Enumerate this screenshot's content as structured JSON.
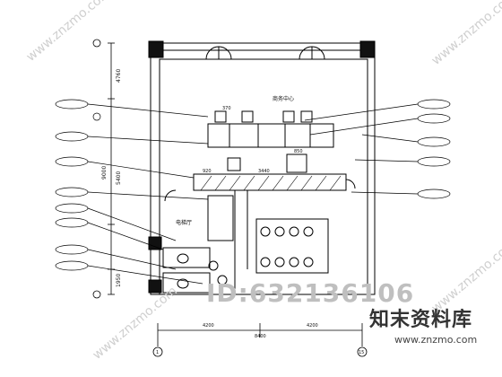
{
  "room_labels": {
    "business_center": "商务中心",
    "electrical_room": "电梯厅"
  },
  "vertical_dims": {
    "top": "4760",
    "middle": "9000",
    "lower": "5400",
    "bottom": "1950"
  },
  "horizontal_dims": {
    "left": "4200",
    "total": "8400",
    "right": "4200"
  },
  "inner_dims": {
    "d1": "370",
    "d2": "920",
    "d3": "3440",
    "d4": "850"
  },
  "axis_labels": {
    "a": "1",
    "b": "15"
  },
  "watermark": {
    "id": "ID:632136106",
    "logo": "知末资料库",
    "url": "www.znzmo.com",
    "diag": "www.znzmo.com"
  }
}
